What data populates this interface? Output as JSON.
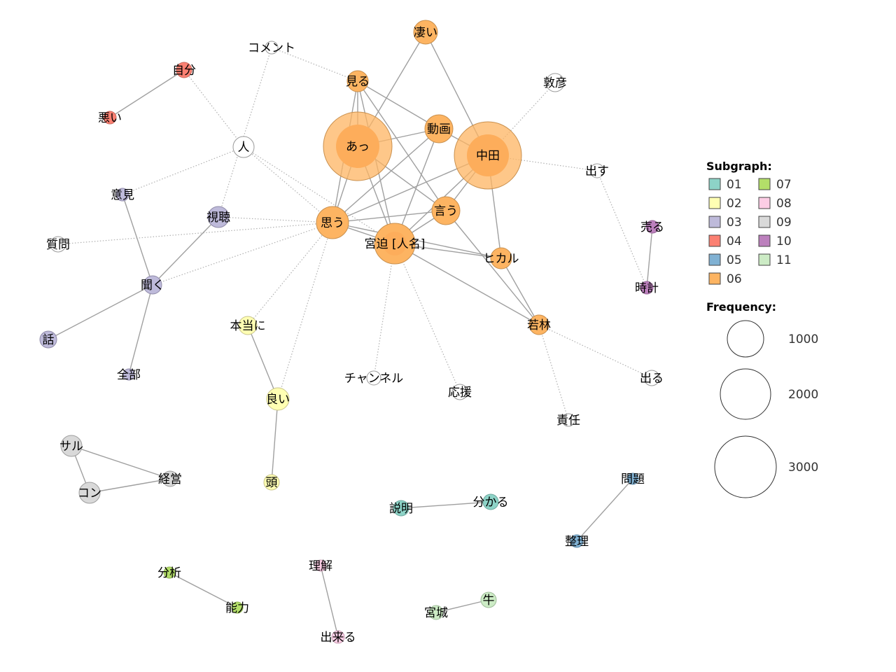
{
  "legend": {
    "subgraph_title": "Subgraph:",
    "frequency_title": "Frequency:",
    "subgraphs": [
      {
        "id": "01",
        "color": "#8dd3c7"
      },
      {
        "id": "02",
        "color": "#ffffb3"
      },
      {
        "id": "03",
        "color": "#bebada"
      },
      {
        "id": "04",
        "color": "#fb8072"
      },
      {
        "id": "05",
        "color": "#80b1d3"
      },
      {
        "id": "06",
        "color": "#fdb462"
      },
      {
        "id": "07",
        "color": "#b3de69"
      },
      {
        "id": "08",
        "color": "#fccde5"
      },
      {
        "id": "09",
        "color": "#d9d9d9"
      },
      {
        "id": "10",
        "color": "#bc80bd"
      },
      {
        "id": "11",
        "color": "#ccebc5"
      }
    ],
    "frequency_scale": [
      "1000",
      "2000",
      "3000"
    ]
  },
  "nodes": [
    {
      "id": "凄い",
      "group": "06"
    },
    {
      "id": "見る",
      "group": "06"
    },
    {
      "id": "動画",
      "group": "06"
    },
    {
      "id": "あっ",
      "group": "06"
    },
    {
      "id": "中田",
      "group": "06"
    },
    {
      "id": "言う",
      "group": "06"
    },
    {
      "id": "思う",
      "group": "06"
    },
    {
      "id": "宮迫 [人名]",
      "group": "06"
    },
    {
      "id": "ヒカル",
      "group": "06"
    },
    {
      "id": "若林",
      "group": "06"
    },
    {
      "id": "コメント",
      "group": ""
    },
    {
      "id": "敦彦",
      "group": ""
    },
    {
      "id": "出す",
      "group": ""
    },
    {
      "id": "人",
      "group": ""
    },
    {
      "id": "質問",
      "group": ""
    },
    {
      "id": "チャンネル",
      "group": ""
    },
    {
      "id": "応援",
      "group": ""
    },
    {
      "id": "責任",
      "group": ""
    },
    {
      "id": "出る",
      "group": ""
    },
    {
      "id": "自分",
      "group": "04"
    },
    {
      "id": "悪い",
      "group": "04"
    },
    {
      "id": "意見",
      "group": "03"
    },
    {
      "id": "視聴",
      "group": "03"
    },
    {
      "id": "聞く",
      "group": "03"
    },
    {
      "id": "話",
      "group": "03"
    },
    {
      "id": "全部",
      "group": "03"
    },
    {
      "id": "本当に",
      "group": "02"
    },
    {
      "id": "良い",
      "group": "02"
    },
    {
      "id": "頭",
      "group": "02"
    },
    {
      "id": "売る",
      "group": "10"
    },
    {
      "id": "時計",
      "group": "10"
    },
    {
      "id": "サル",
      "group": "09"
    },
    {
      "id": "コン",
      "group": "09"
    },
    {
      "id": "経営",
      "group": "09"
    },
    {
      "id": "説明",
      "group": "01"
    },
    {
      "id": "分かる",
      "group": "01"
    },
    {
      "id": "問題",
      "group": "05"
    },
    {
      "id": "整理",
      "group": "05"
    },
    {
      "id": "分析",
      "group": "07"
    },
    {
      "id": "能力",
      "group": "07"
    },
    {
      "id": "理解",
      "group": "08"
    },
    {
      "id": "出来る",
      "group": "08"
    },
    {
      "id": "牛",
      "group": "11"
    },
    {
      "id": "宮城",
      "group": "11"
    }
  ],
  "edges": [
    {
      "source": "凄い",
      "target": "あっ",
      "style": "solid"
    },
    {
      "source": "凄い",
      "target": "中田",
      "style": "solid"
    },
    {
      "source": "見る",
      "target": "あっ",
      "style": "solid"
    },
    {
      "source": "見る",
      "target": "動画",
      "style": "solid"
    },
    {
      "source": "見る",
      "target": "言う",
      "style": "solid"
    },
    {
      "source": "見る",
      "target": "思う",
      "style": "solid"
    },
    {
      "source": "見る",
      "target": "宮迫 [人名]",
      "style": "solid"
    },
    {
      "source": "動画",
      "target": "あっ",
      "style": "solid"
    },
    {
      "source": "動画",
      "target": "中田",
      "style": "solid"
    },
    {
      "source": "動画",
      "target": "思う",
      "style": "solid"
    },
    {
      "source": "動画",
      "target": "宮迫 [人名]",
      "style": "solid"
    },
    {
      "source": "あっ",
      "target": "思う",
      "style": "solid"
    },
    {
      "source": "あっ",
      "target": "宮迫 [人名]",
      "style": "solid"
    },
    {
      "source": "あっ",
      "target": "言う",
      "style": "solid"
    },
    {
      "source": "中田",
      "target": "思う",
      "style": "solid"
    },
    {
      "source": "中田",
      "target": "宮迫 [人名]",
      "style": "solid"
    },
    {
      "source": "中田",
      "target": "言う",
      "style": "solid"
    },
    {
      "source": "中田",
      "target": "ヒカル",
      "style": "solid"
    },
    {
      "source": "思う",
      "target": "言う",
      "style": "solid"
    },
    {
      "source": "思う",
      "target": "宮迫 [人名]",
      "style": "solid"
    },
    {
      "source": "宮迫 [人名]",
      "target": "言う",
      "style": "solid"
    },
    {
      "source": "宮迫 [人名]",
      "target": "ヒカル",
      "style": "solid"
    },
    {
      "source": "宮迫 [人名]",
      "target": "若林",
      "style": "solid"
    },
    {
      "source": "思う",
      "target": "ヒカル",
      "style": "solid"
    },
    {
      "source": "言う",
      "target": "若林",
      "style": "solid"
    },
    {
      "source": "ヒカル",
      "target": "若林",
      "style": "solid"
    },
    {
      "source": "コメント",
      "target": "見る",
      "style": "dotted"
    },
    {
      "source": "コメント",
      "target": "視聴",
      "style": "dotted"
    },
    {
      "source": "敦彦",
      "target": "中田",
      "style": "dotted"
    },
    {
      "source": "中田",
      "target": "出す",
      "style": "dotted"
    },
    {
      "source": "出す",
      "target": "時計",
      "style": "dotted"
    },
    {
      "source": "自分",
      "target": "悪い",
      "style": "solid"
    },
    {
      "source": "自分",
      "target": "人",
      "style": "dotted"
    },
    {
      "source": "人",
      "target": "思う",
      "style": "dotted"
    },
    {
      "source": "人",
      "target": "意見",
      "style": "dotted"
    },
    {
      "source": "人",
      "target": "宮迫 [人名]",
      "style": "dotted"
    },
    {
      "source": "視聴",
      "target": "思う",
      "style": "dotted"
    },
    {
      "source": "質問",
      "target": "思う",
      "style": "dotted"
    },
    {
      "source": "聞く",
      "target": "思う",
      "style": "dotted"
    },
    {
      "source": "思う",
      "target": "本当に",
      "style": "dotted"
    },
    {
      "source": "思う",
      "target": "良い",
      "style": "dotted"
    },
    {
      "source": "宮迫 [人名]",
      "target": "チャンネル",
      "style": "dotted"
    },
    {
      "source": "宮迫 [人名]",
      "target": "応援",
      "style": "dotted"
    },
    {
      "source": "若林",
      "target": "責任",
      "style": "dotted"
    },
    {
      "source": "若林",
      "target": "出る",
      "style": "dotted"
    },
    {
      "source": "意見",
      "target": "聞く",
      "style": "solid"
    },
    {
      "source": "視聴",
      "target": "聞く",
      "style": "solid"
    },
    {
      "source": "聞く",
      "target": "話",
      "style": "solid"
    },
    {
      "source": "聞く",
      "target": "全部",
      "style": "solid"
    },
    {
      "source": "本当に",
      "target": "良い",
      "style": "solid"
    },
    {
      "source": "良い",
      "target": "頭",
      "style": "solid"
    },
    {
      "source": "売る",
      "target": "時計",
      "style": "solid"
    },
    {
      "source": "サル",
      "target": "コン",
      "style": "solid"
    },
    {
      "source": "サル",
      "target": "経営",
      "style": "solid"
    },
    {
      "source": "コン",
      "target": "経営",
      "style": "solid"
    },
    {
      "source": "説明",
      "target": "分かる",
      "style": "solid"
    },
    {
      "source": "問題",
      "target": "整理",
      "style": "solid"
    },
    {
      "source": "分析",
      "target": "能力",
      "style": "solid"
    },
    {
      "source": "理解",
      "target": "出来る",
      "style": "solid"
    },
    {
      "source": "牛",
      "target": "宮城",
      "style": "solid"
    }
  ]
}
